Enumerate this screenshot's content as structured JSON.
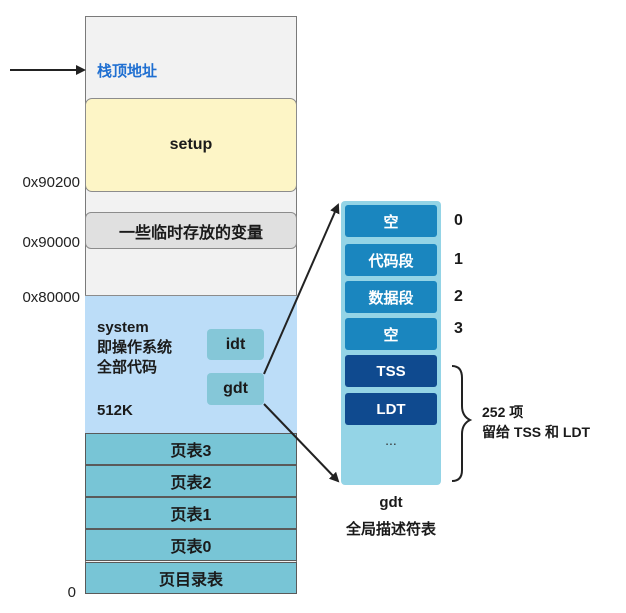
{
  "memory": {
    "stack_label": "栈顶地址",
    "setup_label": "setup",
    "temp_label": "一些临时存放的变量",
    "system_lines": [
      "system",
      "即操作系统",
      "全部代码"
    ],
    "system_size": "512K",
    "idt_label": "idt",
    "gdt_label": "gdt",
    "page_rows": [
      "页表3",
      "页表2",
      "页表1",
      "页表0",
      "页目录表"
    ]
  },
  "addresses": {
    "a90200": "0x90200",
    "a90000": "0x90000",
    "a80000": "0x80000",
    "a0": "0"
  },
  "gdt_table": {
    "entries": [
      "空",
      "代码段",
      "数据段",
      "空",
      "TSS",
      "LDT"
    ],
    "indices": [
      "0",
      "1",
      "2",
      "3"
    ],
    "ellipsis": "...",
    "caption_name": "gdt",
    "caption_desc": "全局描述符表",
    "note_line1": "252 项",
    "note_line2": "留给 TSS 和 LDT"
  },
  "colors": {
    "stack_label": "#1f6fd1",
    "setup_fill": "#fdf5c6",
    "temp_fill": "#e0e0e0",
    "system_fill": "#bcddf8",
    "page_fill": "#78c5d6",
    "gdt_column": "#94d4e6",
    "gdt_entry_light": "#1a86bf",
    "gdt_entry_dark": "#0f4a8f"
  }
}
